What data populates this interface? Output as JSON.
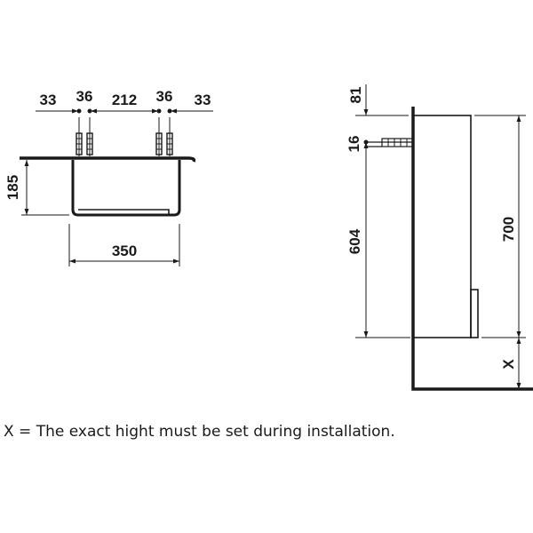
{
  "top_view": {
    "dims": {
      "d33_left": "33",
      "d36_left": "36",
      "d212": "212",
      "d36_right": "36",
      "d33_right": "33",
      "d185": "185",
      "d350": "350"
    }
  },
  "side_view": {
    "dims": {
      "d81": "81",
      "d16": "16",
      "d604": "604",
      "d700": "700",
      "dx": "X"
    }
  },
  "note": "X = The exact hight must be set during installation.",
  "colors": {
    "ink": "#1a1a1a",
    "background": "#ffffff"
  }
}
